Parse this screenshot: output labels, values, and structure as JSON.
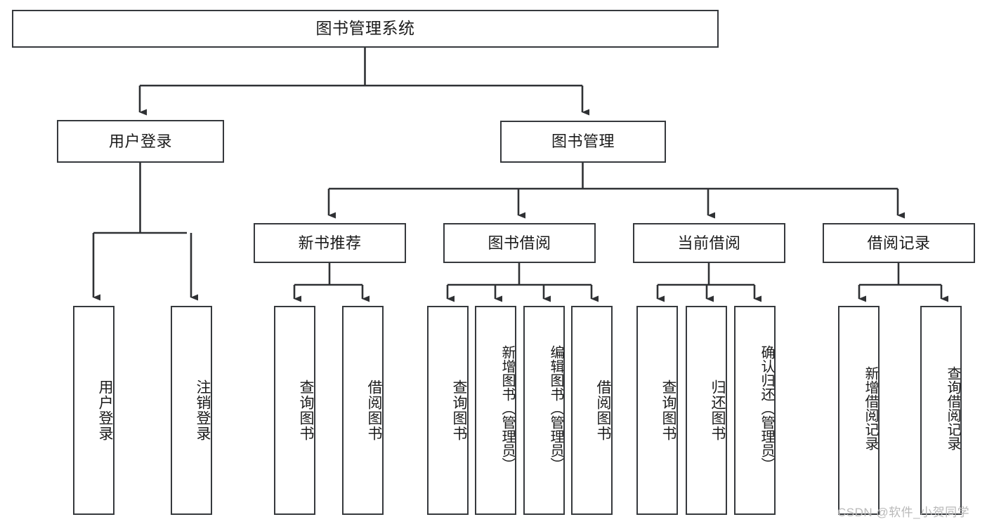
{
  "diagram": {
    "title": "图书管理系统",
    "type": "tree-hierarchy-diagram",
    "watermark": "CSDN @软件_小贺同学",
    "colors": {
      "box_border": "#36393d",
      "box_fill": "#ffffff",
      "connector": "#2f3134",
      "text": "#1b1b1b",
      "watermark": "#b9b9b9",
      "background": "#ffffff"
    },
    "nodes": {
      "root": {
        "label": "图书管理系统"
      },
      "level2": [
        {
          "id": "user-login",
          "label": "用户登录"
        },
        {
          "id": "book-manage",
          "label": "图书管理"
        }
      ],
      "level3": [
        {
          "id": "new-book-recommend",
          "label": "新书推荐"
        },
        {
          "id": "book-borrow",
          "label": "图书借阅"
        },
        {
          "id": "current-borrow",
          "label": "当前借阅"
        },
        {
          "id": "borrow-record",
          "label": "借阅记录"
        }
      ],
      "leaves": {
        "user_login": [
          {
            "id": "leaf-user-login",
            "label": "用户登录"
          },
          {
            "id": "leaf-logout-login",
            "label": "注销登录"
          }
        ],
        "new_book_recommend": [
          {
            "id": "leaf-query-book-1",
            "label": "查询图书"
          },
          {
            "id": "leaf-borrow-book-1",
            "label": "借阅图书"
          }
        ],
        "book_borrow": [
          {
            "id": "leaf-query-book-2",
            "label": "查询图书"
          },
          {
            "id": "leaf-add-book",
            "label": "新增图书（管理员）"
          },
          {
            "id": "leaf-edit-book",
            "label": "编辑图书（管理员）"
          },
          {
            "id": "leaf-borrow-book-2",
            "label": "借阅图书"
          }
        ],
        "current_borrow": [
          {
            "id": "leaf-query-book-3",
            "label": "查询图书"
          },
          {
            "id": "leaf-return-book",
            "label": "归还图书"
          },
          {
            "id": "leaf-confirm-return",
            "label": "确认归还（管理员）"
          }
        ],
        "borrow_record": [
          {
            "id": "leaf-add-borrow-record",
            "label": "新增借阅记录"
          },
          {
            "id": "leaf-query-borrow-record",
            "label": "查询借阅记录"
          }
        ]
      }
    }
  }
}
